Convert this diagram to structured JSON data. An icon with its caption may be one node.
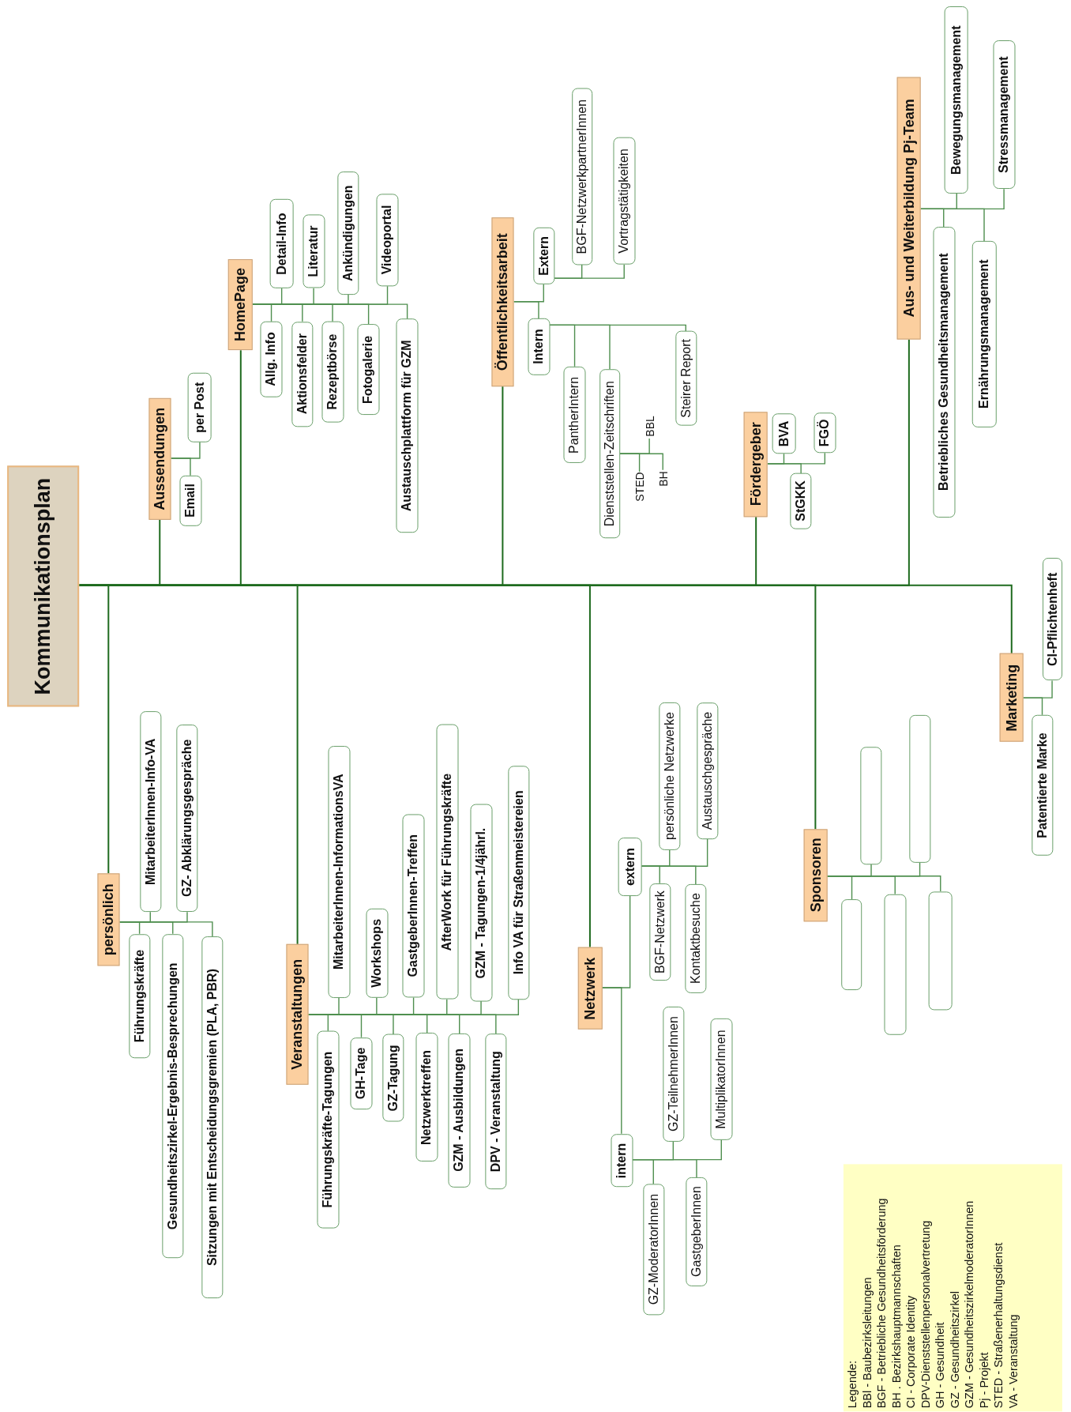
{
  "diagram": {
    "nodes": [
      {
        "text": [
          "Kommunikationsplan"
        ]
      },
      {
        "text": [
          "persönlich"
        ]
      },
      {
        "text": [
          "Führungskräfte"
        ]
      },
      {
        "text": [
          "MitarbeiterInnen-Info-VA"
        ]
      },
      {
        "text": [
          "Gesundheitszirkel-Ergebnis-Besprechungen"
        ]
      },
      {
        "text": [
          "GZ- Abklärungsgespräche"
        ]
      },
      {
        "text": [
          "Sitzungen mit Entscheidungsgremien (PLA, PBR)"
        ]
      },
      {
        "text": [
          "Aussendungen"
        ]
      },
      {
        "text": [
          "Email"
        ]
      },
      {
        "text": [
          "per Post"
        ]
      },
      {
        "text": [
          "HomePage"
        ]
      },
      {
        "text": [
          "Allg. Info"
        ]
      },
      {
        "text": [
          "Detail-Info"
        ]
      },
      {
        "text": [
          "Aktionsfelder"
        ]
      },
      {
        "text": [
          "Literatur"
        ]
      },
      {
        "text": [
          "Rezeptbörse"
        ]
      },
      {
        "text": [
          "Ankündigungen"
        ]
      },
      {
        "text": [
          "Fotogalerie"
        ]
      },
      {
        "text": [
          "Videoportal"
        ]
      },
      {
        "text": [
          "Austauschplattform für GZM"
        ]
      },
      {
        "text": [
          "Veranstaltungen"
        ]
      },
      {
        "text": [
          "Führungskräfte-Tagungen"
        ]
      },
      {
        "text": [
          "MitarbeiterInnen-InformationsVA"
        ]
      },
      {
        "text": [
          "GH-Tage"
        ]
      },
      {
        "text": [
          "Workshops"
        ]
      },
      {
        "text": [
          "GZ-Tagung"
        ]
      },
      {
        "text": [
          "GastgeberInnen-Treffen"
        ]
      },
      {
        "text": [
          "Netzwerktreffen"
        ]
      },
      {
        "text": [
          "AfterWork für Führungskräfte"
        ]
      },
      {
        "text": [
          "GZM - Ausbildungen"
        ]
      },
      {
        "text": [
          "GZM - Tagungen-1/4jährl."
        ]
      },
      {
        "text": [
          "DPV - Veranstaltung"
        ]
      },
      {
        "text": [
          "Info VA für Straßenmeistereien"
        ]
      },
      {
        "text": [
          "Öffentlichkeitsarbeit"
        ]
      },
      {
        "text": [
          "Extern"
        ]
      },
      {
        "text": [
          "BGF-NetzwerkpartnerInnen"
        ]
      },
      {
        "text": [
          "Vortragstätigkeiten"
        ]
      },
      {
        "text": [
          "Intern"
        ]
      },
      {
        "text": [
          "PantherIntern"
        ]
      },
      {
        "text": [
          "Dienststellen-Zeitschriften"
        ]
      },
      {
        "text": [
          "STED"
        ]
      },
      {
        "text": [
          "BBL"
        ]
      },
      {
        "text": [
          "BH"
        ]
      },
      {
        "text": [
          "Steirer Report"
        ]
      },
      {
        "text": [
          "Netzwerk"
        ]
      },
      {
        "text": [
          "extern"
        ]
      },
      {
        "text": [
          "BGF-Netzwerk"
        ]
      },
      {
        "text": [
          "persönliche Netzwerke"
        ]
      },
      {
        "text": [
          "Kontaktbesuche"
        ]
      },
      {
        "text": [
          "Austauschgespräche"
        ]
      },
      {
        "text": [
          "intern"
        ]
      },
      {
        "text": [
          "GZ-ModeratorInnen"
        ]
      },
      {
        "text": [
          "GZ-TeilnehmerInnen"
        ]
      },
      {
        "text": [
          "GastgeberInnen"
        ]
      },
      {
        "text": [
          "MultiplikatorInnen"
        ]
      },
      {
        "text": [
          "Fördergeber"
        ]
      },
      {
        "text": [
          "BVA"
        ]
      },
      {
        "text": [
          "StGKK"
        ]
      },
      {
        "text": [
          "FGÖ"
        ]
      },
      {
        "text": [
          "Sponsoren"
        ]
      },
      {
        "text": [],
        "shape": "box"
      },
      {
        "text": [],
        "shape": "box"
      },
      {
        "text": [],
        "shape": "box"
      },
      {
        "text": [],
        "shape": "box"
      },
      {
        "text": [],
        "shape": "box"
      },
      {
        "text": [
          "Aus- und Weiterbildung Pj-Team"
        ]
      },
      {
        "text": [
          "Betriebliches Gesundheitsmanagement"
        ]
      },
      {
        "text": [
          "Bewegungsmanagement"
        ]
      },
      {
        "text": [
          "Ernährungsmanagement"
        ]
      },
      {
        "text": [
          "Stressmanagement"
        ]
      },
      {
        "text": [
          "Marketing"
        ]
      },
      {
        "text": [
          "Patentierte Marke"
        ]
      },
      {
        "text": [
          "CI-Pflichtenheft"
        ]
      }
    ],
    "edges": [
      {
        "from": 0,
        "to": 1,
        "arrow": "none"
      },
      {
        "from": 0,
        "to": 7,
        "arrow": "none"
      },
      {
        "from": 0,
        "to": 10,
        "arrow": "none"
      },
      {
        "from": 0,
        "to": 20,
        "arrow": "none"
      },
      {
        "from": 0,
        "to": 33,
        "arrow": "none"
      },
      {
        "from": 0,
        "to": 44,
        "arrow": "none"
      },
      {
        "from": 0,
        "to": 55,
        "arrow": "none"
      },
      {
        "from": 0,
        "to": 59,
        "arrow": "none"
      },
      {
        "from": 0,
        "to": 65,
        "arrow": "none"
      },
      {
        "from": 0,
        "to": 70,
        "arrow": "none"
      },
      {
        "from": 1,
        "to": 2,
        "arrow": "none"
      },
      {
        "from": 1,
        "to": 3,
        "arrow": "none"
      },
      {
        "from": 1,
        "to": 4,
        "arrow": "none"
      },
      {
        "from": 1,
        "to": 5,
        "arrow": "none"
      },
      {
        "from": 1,
        "to": 6,
        "arrow": "none"
      },
      {
        "from": 7,
        "to": 8,
        "arrow": "none"
      },
      {
        "from": 7,
        "to": 9,
        "arrow": "none"
      },
      {
        "from": 10,
        "to": 11,
        "arrow": "none"
      },
      {
        "from": 10,
        "to": 12,
        "arrow": "none"
      },
      {
        "from": 10,
        "to": 13,
        "arrow": "none"
      },
      {
        "from": 10,
        "to": 14,
        "arrow": "none"
      },
      {
        "from": 10,
        "to": 15,
        "arrow": "none"
      },
      {
        "from": 10,
        "to": 16,
        "arrow": "none"
      },
      {
        "from": 10,
        "to": 17,
        "arrow": "none"
      },
      {
        "from": 10,
        "to": 18,
        "arrow": "none"
      },
      {
        "from": 10,
        "to": 19,
        "arrow": "none"
      },
      {
        "from": 20,
        "to": 21,
        "arrow": "none"
      },
      {
        "from": 20,
        "to": 22,
        "arrow": "none"
      },
      {
        "from": 20,
        "to": 23,
        "arrow": "none"
      },
      {
        "from": 20,
        "to": 24,
        "arrow": "none"
      },
      {
        "from": 20,
        "to": 25,
        "arrow": "none"
      },
      {
        "from": 20,
        "to": 26,
        "arrow": "none"
      },
      {
        "from": 20,
        "to": 27,
        "arrow": "none"
      },
      {
        "from": 20,
        "to": 28,
        "arrow": "none"
      },
      {
        "from": 20,
        "to": 29,
        "arrow": "none"
      },
      {
        "from": 20,
        "to": 30,
        "arrow": "none"
      },
      {
        "from": 20,
        "to": 31,
        "arrow": "none"
      },
      {
        "from": 20,
        "to": 32,
        "arrow": "none"
      },
      {
        "from": 33,
        "to": 34,
        "arrow": "none"
      },
      {
        "from": 33,
        "to": 37,
        "arrow": "none"
      },
      {
        "from": 34,
        "to": 35,
        "arrow": "none"
      },
      {
        "from": 34,
        "to": 36,
        "arrow": "none"
      },
      {
        "from": 37,
        "to": 38,
        "arrow": "none"
      },
      {
        "from": 37,
        "to": 39,
        "arrow": "none"
      },
      {
        "from": 37,
        "to": 43,
        "arrow": "none"
      },
      {
        "from": 39,
        "to": 40,
        "arrow": "none"
      },
      {
        "from": 39,
        "to": 41,
        "arrow": "none"
      },
      {
        "from": 39,
        "to": 42,
        "arrow": "none"
      },
      {
        "from": 44,
        "to": 45,
        "arrow": "none"
      },
      {
        "from": 44,
        "to": 50,
        "arrow": "none"
      },
      {
        "from": 45,
        "to": 46,
        "arrow": "none"
      },
      {
        "from": 45,
        "to": 47,
        "arrow": "none"
      },
      {
        "from": 45,
        "to": 48,
        "arrow": "none"
      },
      {
        "from": 45,
        "to": 49,
        "arrow": "none"
      },
      {
        "from": 50,
        "to": 51,
        "arrow": "none"
      },
      {
        "from": 50,
        "to": 52,
        "arrow": "none"
      },
      {
        "from": 50,
        "to": 53,
        "arrow": "none"
      },
      {
        "from": 50,
        "to": 54,
        "arrow": "none"
      },
      {
        "from": 55,
        "to": 56,
        "arrow": "none"
      },
      {
        "from": 55,
        "to": 57,
        "arrow": "none"
      },
      {
        "from": 55,
        "to": 58,
        "arrow": "none"
      },
      {
        "from": 59,
        "to": 60,
        "arrow": "none"
      },
      {
        "from": 59,
        "to": 61,
        "arrow": "none"
      },
      {
        "from": 59,
        "to": 62,
        "arrow": "none"
      },
      {
        "from": 59,
        "to": 63,
        "arrow": "none"
      },
      {
        "from": 59,
        "to": 64,
        "arrow": "none"
      },
      {
        "from": 65,
        "to": 66,
        "arrow": "none"
      },
      {
        "from": 65,
        "to": 67,
        "arrow": "none"
      },
      {
        "from": 65,
        "to": 68,
        "arrow": "none"
      },
      {
        "from": 65,
        "to": 69,
        "arrow": "none"
      },
      {
        "from": 70,
        "to": 71,
        "arrow": "none"
      },
      {
        "from": 70,
        "to": 72,
        "arrow": "none"
      }
    ],
    "labels": [
      "Legende:",
      "BBl - Baubezirksleitungen",
      "BGF - Betriebliche Gesundheitsförderung",
      "BH . Bezirkshauptmannschaften",
      "CI - Corporate Identity",
      "DPV-Dienststellenpersonalvertretung",
      "GH - Gesundheit",
      "GZ - Gesundheitszirkel",
      "GZM - GesundheitszirkelmoderatorInnen",
      "Pj - Projekt",
      "STED - Straßenerhaltungsdienst",
      "VA - Veranstaltung"
    ]
  }
}
